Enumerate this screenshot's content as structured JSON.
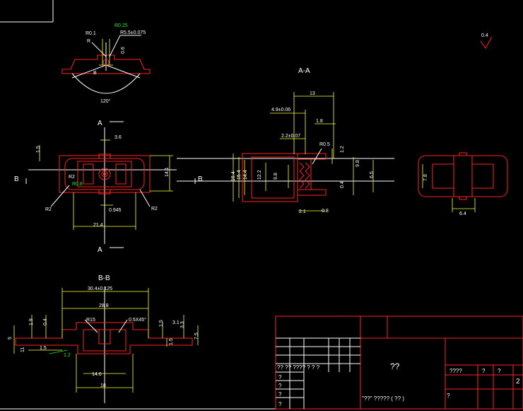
{
  "drawing": {
    "detail": {
      "r01": "R0.1",
      "r": "R",
      "r025": "R0.25",
      "r55": "R5.5±0.075",
      "d06": "0.6",
      "b": "B",
      "angle": "120°"
    },
    "roughness": "0.4",
    "main_view": {
      "a_top": "A",
      "a_bottom": "A",
      "b_left": "B",
      "b_right": "B",
      "d36": "3.6",
      "d15": "1.5",
      "d141": "14.1",
      "r2a": "R2",
      "r08": "R0.8",
      "r2b": "R2",
      "r2c": "R2",
      "d0945": "0.945",
      "d214": "21.4"
    },
    "section_aa": {
      "title": "A-A",
      "d13": "13",
      "d49": "4.9±0.06",
      "d18": "1.8",
      "d22": "2.2±0.07",
      "r05": "R0.5",
      "d12": "1.2",
      "d164": "16.4",
      "d154": "15.4",
      "d144": "14.4",
      "d122": "12.2",
      "d98": "9.8",
      "d65": "6.5",
      "d98b": "9.8",
      "d04": "0.4",
      "d21": "2.1",
      "d08": "0.8"
    },
    "side_view": {
      "d78": "7.8",
      "d64": "6.4"
    },
    "section_bb": {
      "title": "B-B",
      "d304": "30.4±0.125",
      "d288": "28.8",
      "r15": "R15",
      "c05": "0.5X45°",
      "d15a": "1.5",
      "d15b": "1.5",
      "d33": "3.3",
      "d5": "5",
      "d04a": "0.4",
      "d19": "1.9",
      "d15c": "1.5",
      "d11": "11",
      "d12": "1.2",
      "d31": "3.1",
      "d75": "7.5",
      "d146": "14.6",
      "d18": "18"
    },
    "title_block": {
      "name": "??",
      "cell1": "????",
      "cell2": "?",
      "cell3": "?",
      "cell4": "?",
      "row1": "?? ?? ???? ? ? ?",
      "row2": "?",
      "row3": "?",
      "row4": "?",
      "row5": "?",
      "footer": "\"??\" ?????  ( ?? )",
      "scale": "2"
    }
  }
}
